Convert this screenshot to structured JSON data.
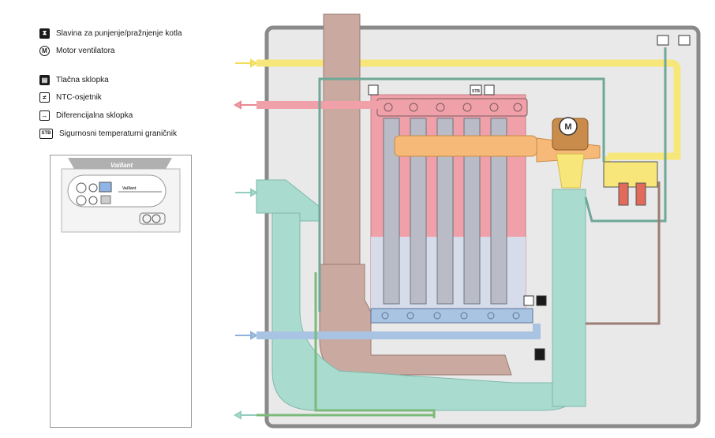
{
  "legend": [
    {
      "icon": "faucet-icon",
      "symbol": "⧗",
      "label": "Slavina za punjenje/pražnjenje kotla"
    },
    {
      "icon": "fan-motor-icon",
      "symbol": "M",
      "label": "Motor ventilatora"
    },
    {
      "icon": "pressure-switch-icon",
      "symbol": "▤",
      "label": "Tlačna sklopka"
    },
    {
      "icon": "ntc-sensor-icon",
      "symbol": "≠",
      "label": "NTC-osjetnik"
    },
    {
      "icon": "differential-switch-icon",
      "symbol": "↔",
      "label": "Diferencijalna sklopka"
    },
    {
      "icon": "stb-icon",
      "symbol": "STB",
      "label": "Sigurnosni temperaturni graničnik"
    }
  ],
  "boiler": {
    "brand": "Vaillant",
    "logo_small": "Vaillant"
  },
  "diagram": {
    "stb_label": "STB",
    "motor_label": "M",
    "colors": {
      "hot": "#f0a0a8",
      "cold": "#a9c4e2",
      "return": "#a9dccf",
      "gas": "#f7e67a",
      "flue": "#c9a9a0",
      "burner": "#f7b978",
      "frame": "#8a8a8a",
      "background": "#e9e9e9"
    }
  }
}
